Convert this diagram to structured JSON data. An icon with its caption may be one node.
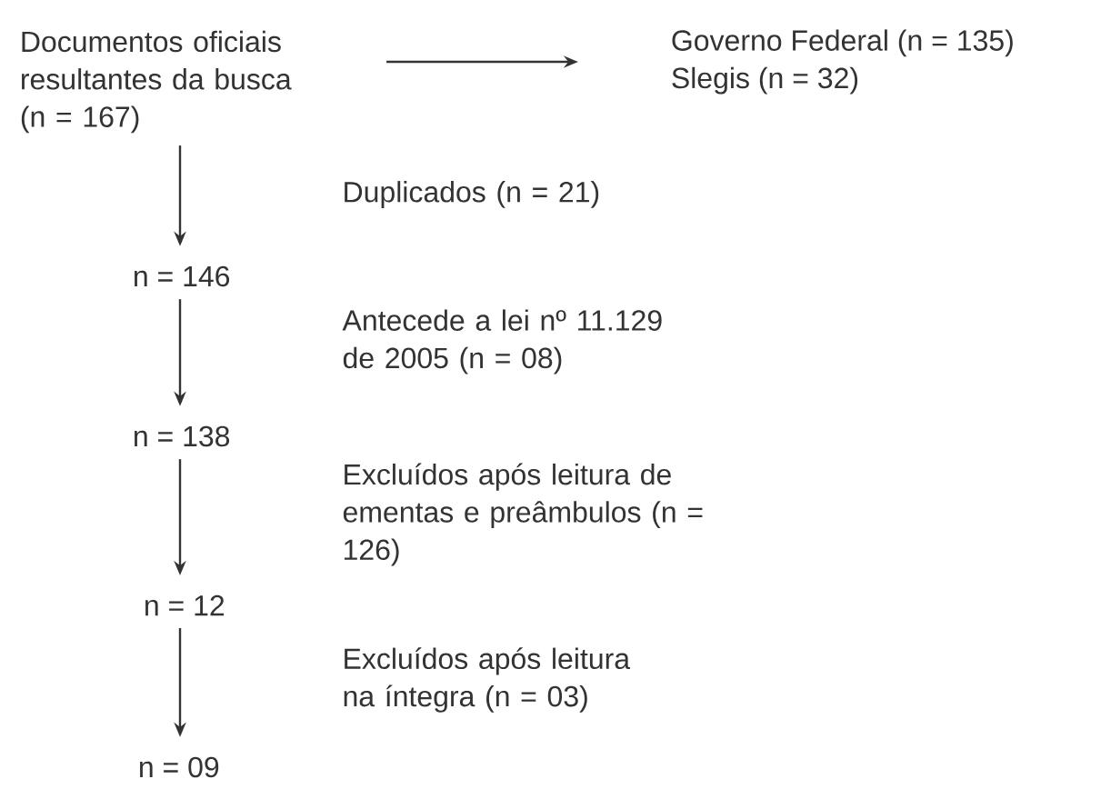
{
  "diagram": {
    "nodes": [
      {
        "text": [
          "Documentos oficiais resultantes da busca (n = 167)"
        ]
      },
      {
        "text": [
          "Governo Federal (n = 135)",
          "Slegis (n = 32)"
        ]
      },
      {
        "text": [
          "n = 146"
        ]
      },
      {
        "text": [
          "n = 138"
        ]
      },
      {
        "text": [
          "n = 12"
        ]
      },
      {
        "text": [
          "n = 09"
        ]
      }
    ],
    "edges": [
      {
        "from": 0,
        "to": 1,
        "arrow": "to"
      },
      {
        "from": 0,
        "to": 2,
        "arrow": "to"
      },
      {
        "from": 2,
        "to": 3,
        "arrow": "to"
      },
      {
        "from": 3,
        "to": 4,
        "arrow": "to"
      },
      {
        "from": 4,
        "to": 5,
        "arrow": "to"
      }
    ],
    "labels": [
      "Duplicados (n = 21)",
      "Antecede a lei nº 11.129 de 2005 (n = 08)",
      "Excluídos após leitura de ementas e preâmbulos (n = 126)",
      "Excluídos após leitura na íntegra (n = 03)"
    ]
  }
}
